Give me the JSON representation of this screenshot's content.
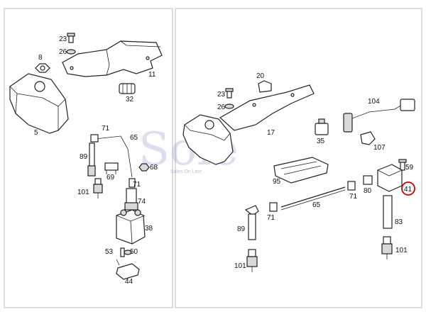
{
  "watermark": {
    "text": "Sole",
    "subtext": "Sales On Line"
  },
  "colors": {
    "highlight": "#d00000",
    "line": "#222222",
    "panel_border": "#bdbdbd"
  },
  "callouts": {
    "left": {
      "n23": "23",
      "n26": "26",
      "n8": "8",
      "n11": "11",
      "n32": "32",
      "n5": "5",
      "n71a": "71",
      "n65": "65",
      "n89": "89",
      "n69": "69",
      "n68": "68",
      "n101": "101",
      "n71b": "71",
      "n74": "74",
      "n38": "38",
      "n53": "53",
      "n50": "50",
      "n44": "44"
    },
    "right": {
      "n20": "20",
      "n23": "23",
      "n26": "26",
      "n104": "104",
      "n17": "17",
      "n35": "35",
      "n107": "107",
      "n59": "59",
      "n95": "95",
      "n41": "41",
      "n80": "80",
      "n71a": "71",
      "n65": "65",
      "n83": "83",
      "n71b": "71",
      "n89": "89",
      "n101a": "101",
      "n101b": "101"
    }
  }
}
